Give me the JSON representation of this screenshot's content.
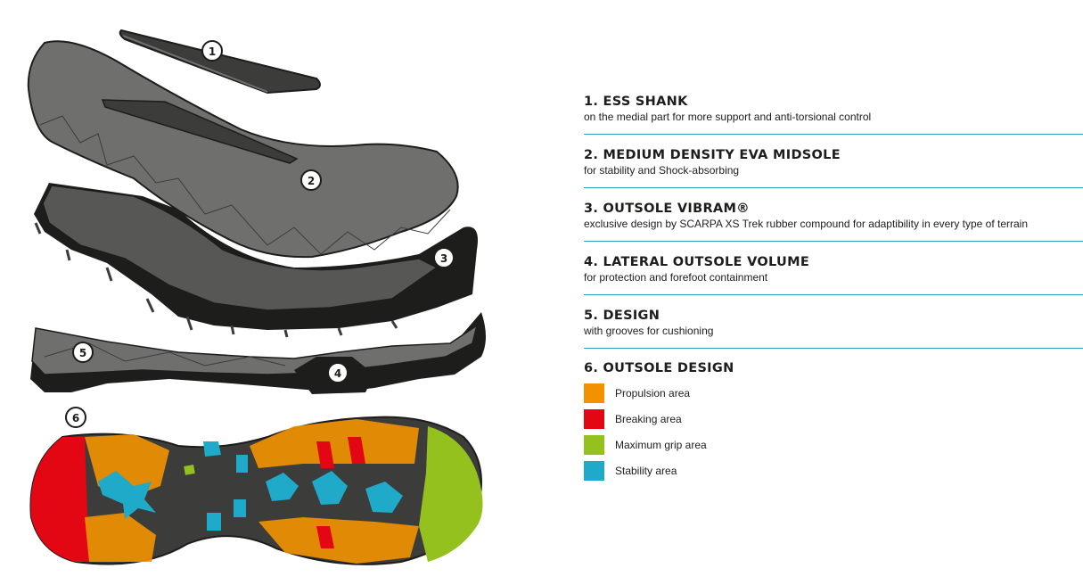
{
  "items": [
    {
      "title": "1. ESS SHANK",
      "desc": "on the medial part for more support and anti-torsional control"
    },
    {
      "title": "2. MEDIUM DENSITY EVA MIDSOLE",
      "desc": "for stability and Shock-absorbing"
    },
    {
      "title": "3. OUTSOLE VIBRAM®",
      "desc": "exclusive design by SCARPA XS Trek rubber compound for adaptibility in every type of terrain"
    },
    {
      "title": "4. LATERAL OUTSOLE VOLUME",
      "desc": "for protection and forefoot containment"
    },
    {
      "title": "5. DESIGN",
      "desc": "with grooves for cushioning"
    }
  ],
  "outsole_design": {
    "title": "6. OUTSOLE DESIGN",
    "areas": [
      {
        "label": "Propulsion area",
        "color": "#f39200"
      },
      {
        "label": "Breaking area",
        "color": "#e30613"
      },
      {
        "label": "Maximum grip area",
        "color": "#95c11f"
      },
      {
        "label": "Stability area",
        "color": "#1eaac8"
      }
    ]
  },
  "markers": [
    "1",
    "2",
    "3",
    "4",
    "5",
    "6"
  ],
  "colors": {
    "rule": "#2aa3bd",
    "midsole": "#6f6f6e",
    "rubber": "#1d1d1b"
  }
}
